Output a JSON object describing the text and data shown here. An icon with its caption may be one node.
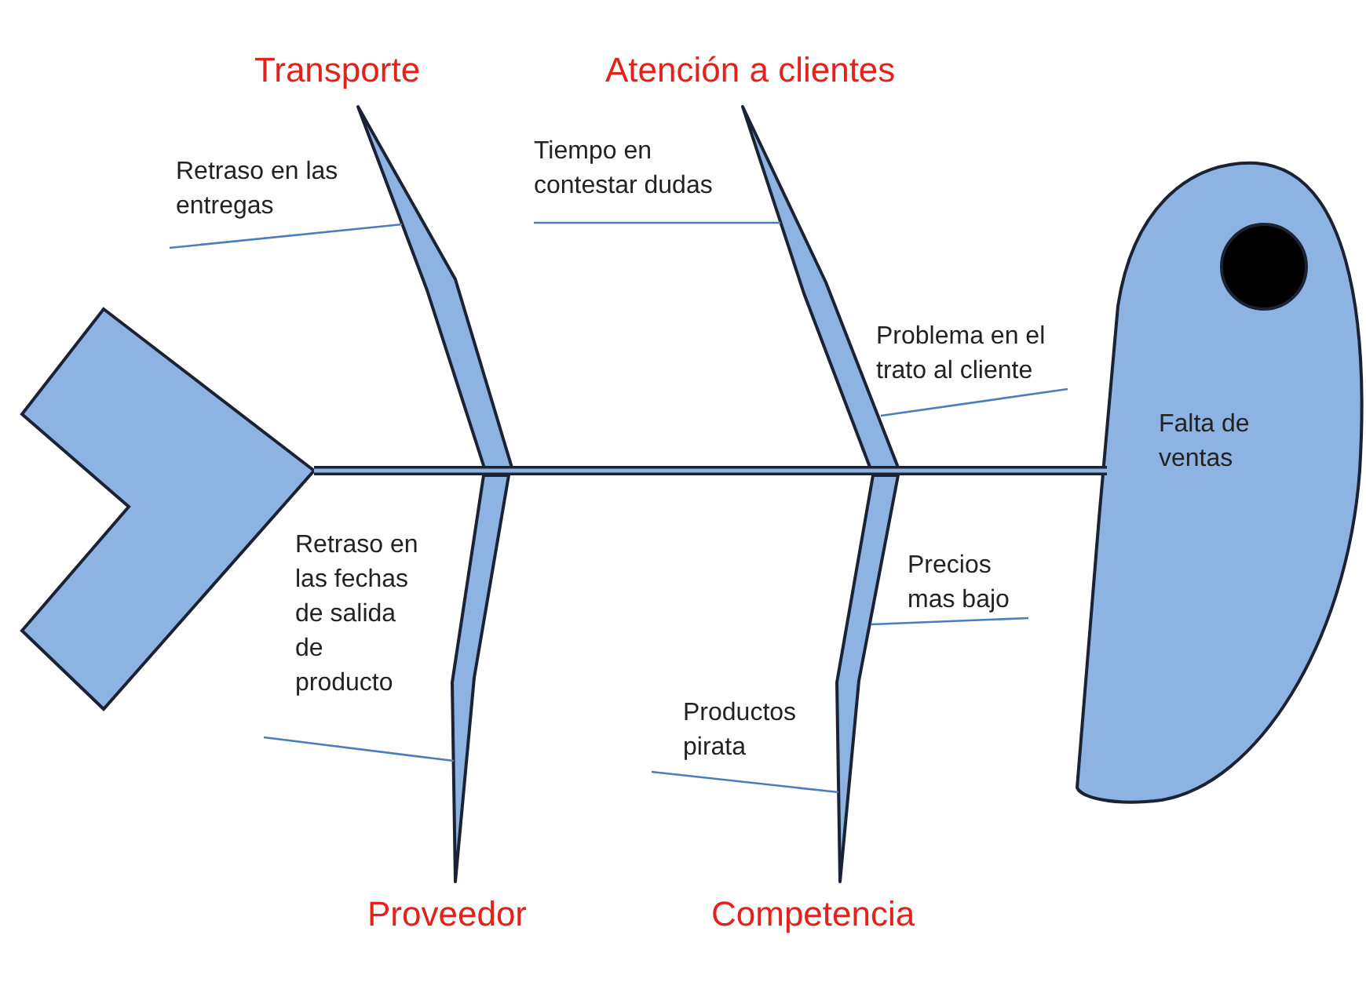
{
  "diagram": {
    "nodes": [
      {
        "text": [],
        "shape": "chevron"
      },
      {
        "text": [
          "Transporte"
        ]
      },
      {
        "text": [
          "Atención a clientes"
        ]
      },
      {
        "text": [
          "Falta de ventas"
        ]
      },
      {
        "text": [
          "Proveedor"
        ]
      },
      {
        "text": [
          "Competencia"
        ]
      },
      {
        "text": [
          "Retraso en las entregas"
        ]
      },
      {
        "text": [
          "Tiempo en contestar dudas"
        ]
      },
      {
        "text": [
          "Problema en el trato al cliente"
        ]
      },
      {
        "text": [
          "Retraso en las fechas de salida de producto"
        ]
      },
      {
        "text": [
          "Precios mas bajo"
        ]
      },
      {
        "text": [
          "Productos pirata"
        ]
      }
    ],
    "edges": [
      {
        "from": 0,
        "to": 3,
        "arrow": "none",
        "style": "thick",
        "color": "#1b2233"
      },
      {
        "from": 6,
        "to": 1,
        "arrow": "none"
      },
      {
        "from": 7,
        "to": 2,
        "arrow": "none"
      },
      {
        "from": 8,
        "to": 2,
        "arrow": "none"
      },
      {
        "from": 9,
        "to": 4,
        "arrow": "none"
      },
      {
        "from": 10,
        "to": 5,
        "arrow": "none"
      },
      {
        "from": 11,
        "to": 5,
        "arrow": "none"
      }
    ]
  }
}
